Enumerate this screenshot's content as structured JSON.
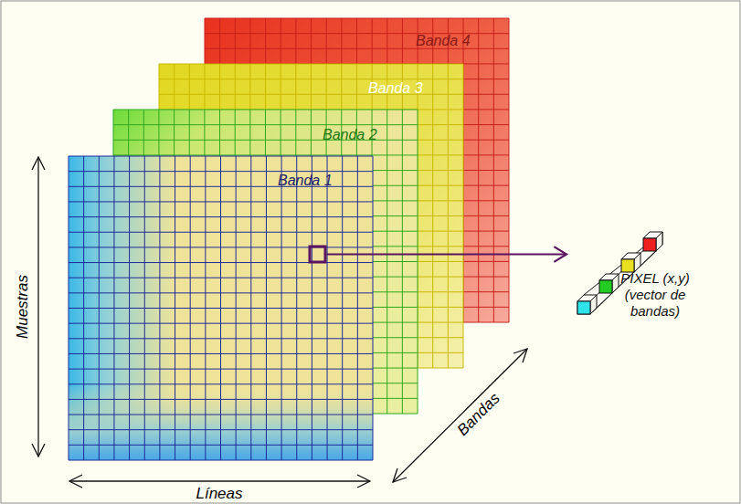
{
  "diagram": {
    "nodes": [
      {
        "text": [
          "Banda 4"
        ]
      },
      {
        "text": [
          "Banda 3"
        ]
      },
      {
        "text": [
          "Banda 2"
        ]
      },
      {
        "text": [
          "Banda 1"
        ]
      },
      {
        "text": [
          "PÍXEL (x,y) (vector de bandas)"
        ]
      }
    ],
    "edges": [
      {
        "from": 3,
        "to": 4,
        "arrow": "to"
      }
    ],
    "labels": [
      "Muestras",
      "Líneas",
      "Bandas"
    ]
  }
}
